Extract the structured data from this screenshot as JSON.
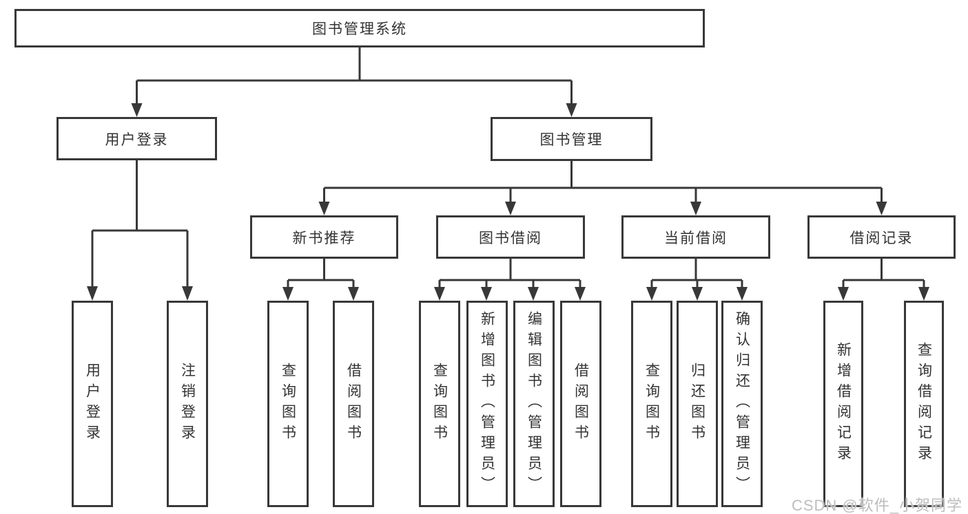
{
  "colors": {
    "line": "#383838",
    "border": "#383838",
    "text": "#333333",
    "watermark": "#bdbdbd",
    "background": "#ffffff"
  },
  "watermark": {
    "text": "CSDN @软件_小贺同学"
  },
  "tree": {
    "label": "图书管理系统",
    "children": [
      {
        "label": "用户登录",
        "children": [
          {
            "label": "用户登录"
          },
          {
            "label": "注销登录"
          }
        ]
      },
      {
        "label": "图书管理",
        "children": [
          {
            "label": "新书推荐",
            "children": [
              {
                "label": "查询图书"
              },
              {
                "label": "借阅图书"
              }
            ]
          },
          {
            "label": "图书借阅",
            "children": [
              {
                "label": "查询图书"
              },
              {
                "label": "新增图书（管理员）"
              },
              {
                "label": "编辑图书（管理员）"
              },
              {
                "label": "借阅图书"
              }
            ]
          },
          {
            "label": "当前借阅",
            "children": [
              {
                "label": "查询图书"
              },
              {
                "label": "归还图书"
              },
              {
                "label": "确认归还（管理员）"
              }
            ]
          },
          {
            "label": "借阅记录",
            "children": [
              {
                "label": "新增借阅记录"
              },
              {
                "label": "查询借阅记录"
              }
            ]
          }
        ]
      }
    ]
  }
}
